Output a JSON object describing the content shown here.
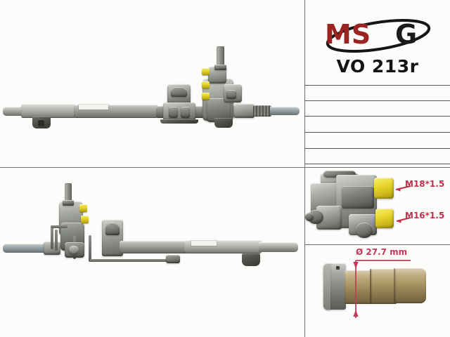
{
  "sheet": {
    "background_color": "#fcfcfb",
    "divider_color": "#6d6f6c"
  },
  "header": {
    "brand_name": "MSG",
    "brand_letters_red": "MS",
    "brand_letter_dark": "G",
    "brand_color_red": "#9B2423",
    "brand_color_dark": "#1a1a1a",
    "part_number": "VO 213r"
  },
  "spec_table": {
    "row_count": 6,
    "rows": [
      "",
      "",
      "",
      "",
      "",
      ""
    ],
    "line_color": "#58595a"
  },
  "panels": {
    "rack_top": {
      "name": "Steering rack assembly, right side view",
      "caption": ""
    },
    "rack_bottom": {
      "name": "Steering rack assembly, opposite side view",
      "caption": ""
    },
    "valve_closeup": {
      "name": "Hydraulic valve housing port detail",
      "caption": ""
    },
    "shaft_closeup": {
      "name": "Rack shaft end diameter detail",
      "caption": ""
    }
  },
  "callouts": {
    "color": "#c0304a",
    "port_upper": "M18*1.5",
    "port_lower": "M16*1.5",
    "diameter": "Ø 27.7 mm"
  }
}
